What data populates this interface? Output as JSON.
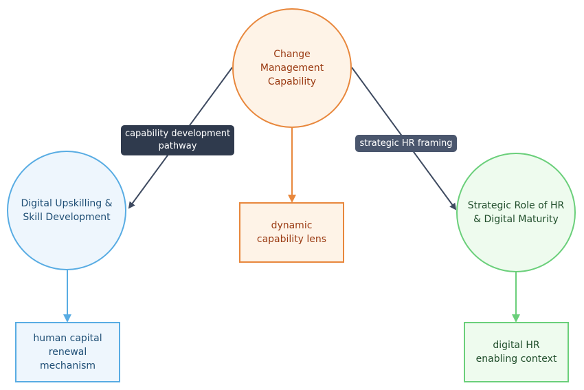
{
  "nodes": {
    "change_management": "Change Management Capability",
    "digital_upskilling": "Digital Upskilling & Skill Development",
    "strategic_role": "Strategic Role of HR & Digital Maturity",
    "dynamic_capability": "dynamic capability lens",
    "human_capital": "human capital renewal mechanism",
    "digital_hr": "digital HR enabling context"
  },
  "edge_labels": {
    "capability_development": "capability development pathway",
    "strategic_hr": "strategic HR framing"
  },
  "colors": {
    "orange": "#e8873c",
    "blue": "#58ace3",
    "green": "#6acf7a",
    "edge_dark": "#3e4a60",
    "label_dark": "#2f3a4d",
    "label_slate": "#4a566d"
  }
}
